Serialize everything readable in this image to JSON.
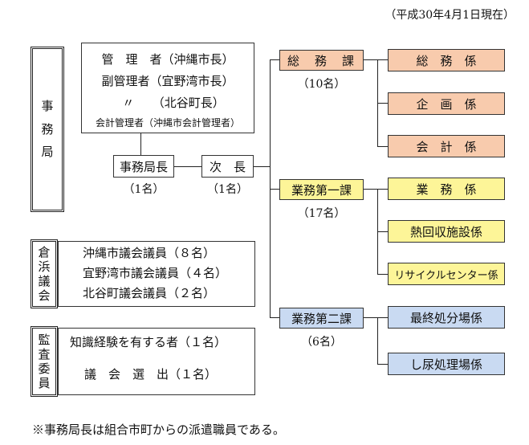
{
  "date_note": "（平成30年4月1日現在）",
  "jimukyoku": {
    "label_chars": [
      "事",
      "務",
      "局"
    ],
    "manager_lines": [
      "管　理　者（沖縄市長）",
      "副管理者（宜野湾市長）",
      "〃　　（北谷町長）"
    ],
    "accounting_manager": "会計管理者（沖縄市会計管理者）",
    "director": {
      "label": "事務局長",
      "count": "（1名）"
    },
    "deputy": {
      "label": "次　長",
      "count": "（1名）"
    }
  },
  "departments": [
    {
      "label": "総　務　課",
      "count": "（10名）",
      "sections": [
        "総　務　係",
        "企　画　係",
        "会　計　係"
      ],
      "color": "#f8cbad"
    },
    {
      "label": "業務第一課",
      "count": "（17名）",
      "sections": [
        "業　務　係",
        "熱回収施設係",
        "リサイクルセンター係"
      ],
      "color": "#fdf598"
    },
    {
      "label": "業務第二課",
      "count": "（6名）",
      "sections": [
        "最終処分場係",
        "し尿処理場係"
      ],
      "color": "#c9daf2"
    }
  ],
  "assembly": {
    "label_chars": [
      "倉",
      "浜",
      "議",
      "会"
    ],
    "members": [
      "沖縄市議会議員（８名）",
      "宜野湾市議会議員（４名）",
      "北谷町議会議員（２名）"
    ]
  },
  "auditors": {
    "label_chars": [
      "監",
      "査",
      "委",
      "員"
    ],
    "members": [
      "知識経験を有する者（１名）",
      "議　会　選　出（１名）"
    ]
  },
  "footnote": "※事務局長は組合市町からの派遣職員である。"
}
